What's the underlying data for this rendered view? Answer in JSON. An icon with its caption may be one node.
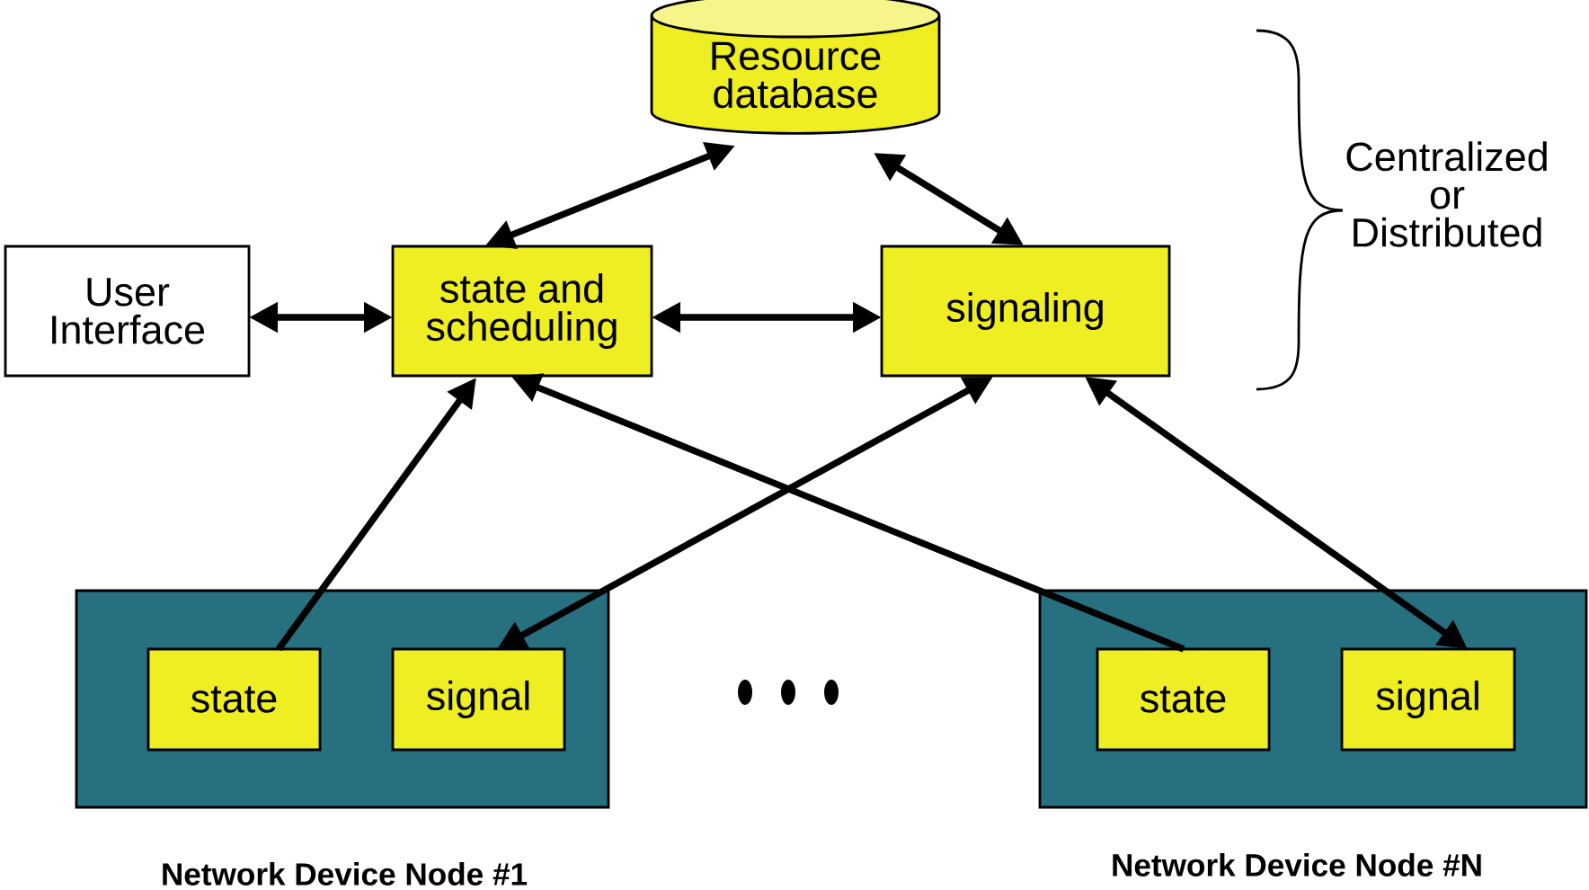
{
  "diagram": {
    "nodes": [
      {
        "text": [
          "Resource database"
        ]
      },
      {
        "text": [
          "User Interface"
        ]
      },
      {
        "text": [
          "state and scheduling"
        ]
      },
      {
        "text": [
          "signaling"
        ]
      },
      {
        "text": [
          "Network Device Node #1"
        ]
      },
      {
        "text": [
          "state"
        ],
        "in": 4
      },
      {
        "text": [
          "signal"
        ],
        "in": 4
      },
      {
        "text": [
          "Network Device Node #N"
        ]
      },
      {
        "text": [
          "state"
        ],
        "in": 7
      },
      {
        "text": [
          "signal"
        ],
        "in": 7
      }
    ],
    "edges": [
      {
        "from": 2,
        "to": 0,
        "arrow": "both"
      },
      {
        "from": 0,
        "to": 3,
        "arrow": "both"
      },
      {
        "from": 1,
        "to": 2,
        "arrow": "both"
      },
      {
        "from": 2,
        "to": 3,
        "arrow": "both"
      },
      {
        "from": 5,
        "to": 2,
        "arrow": "to"
      },
      {
        "from": 6,
        "to": 3,
        "arrow": "both"
      },
      {
        "from": 8,
        "to": 2,
        "arrow": "to"
      },
      {
        "from": 3,
        "to": 9,
        "arrow": "both"
      }
    ],
    "labels": [
      "Centralized or Distributed"
    ]
  }
}
